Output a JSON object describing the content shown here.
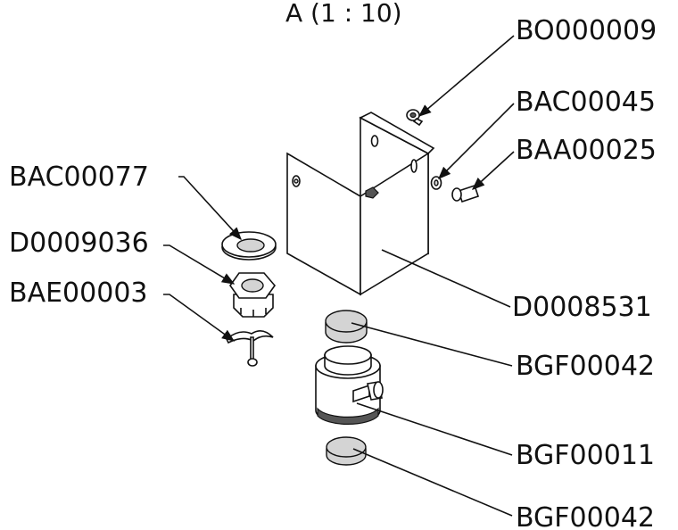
{
  "view_title": "A  (1 : 10)",
  "callouts": {
    "screw": "BO000009",
    "washer_small": "BAC00045",
    "bolt": "BAA00025",
    "washer_large": "BAC00077",
    "nut": "D0009036",
    "clip": "BAE00003",
    "bracket": "D0008531",
    "pad_top": "BGF00042",
    "load_cell": "BGF00011",
    "pad_bottom": "BGF00042"
  }
}
